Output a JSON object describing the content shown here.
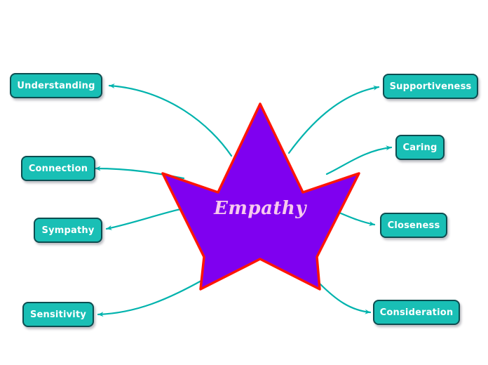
{
  "diagram": {
    "type": "mind-map",
    "center": {
      "label": "Empathy",
      "shape": "star",
      "fill_color": "#7F00F0",
      "border_color": "#FF1500",
      "text_color": "#F7C9EE"
    },
    "style": {
      "node_fill": "#19BFB5",
      "node_border": "#0D4D50",
      "node_text": "#FFFFFF",
      "connector_color": "#00B3AD",
      "background": "#FFFFFF"
    },
    "nodes": [
      {
        "id": "understanding",
        "label": "Understanding",
        "side": "left"
      },
      {
        "id": "connection",
        "label": "Connection",
        "side": "left"
      },
      {
        "id": "sympathy",
        "label": "Sympathy",
        "side": "left"
      },
      {
        "id": "sensitivity",
        "label": "Sensitivity",
        "side": "left"
      },
      {
        "id": "supportiveness",
        "label": "Supportiveness",
        "side": "right"
      },
      {
        "id": "caring",
        "label": "Caring",
        "side": "right"
      },
      {
        "id": "closeness",
        "label": "Closeness",
        "side": "right"
      },
      {
        "id": "consideration",
        "label": "Consideration",
        "side": "right"
      }
    ]
  }
}
